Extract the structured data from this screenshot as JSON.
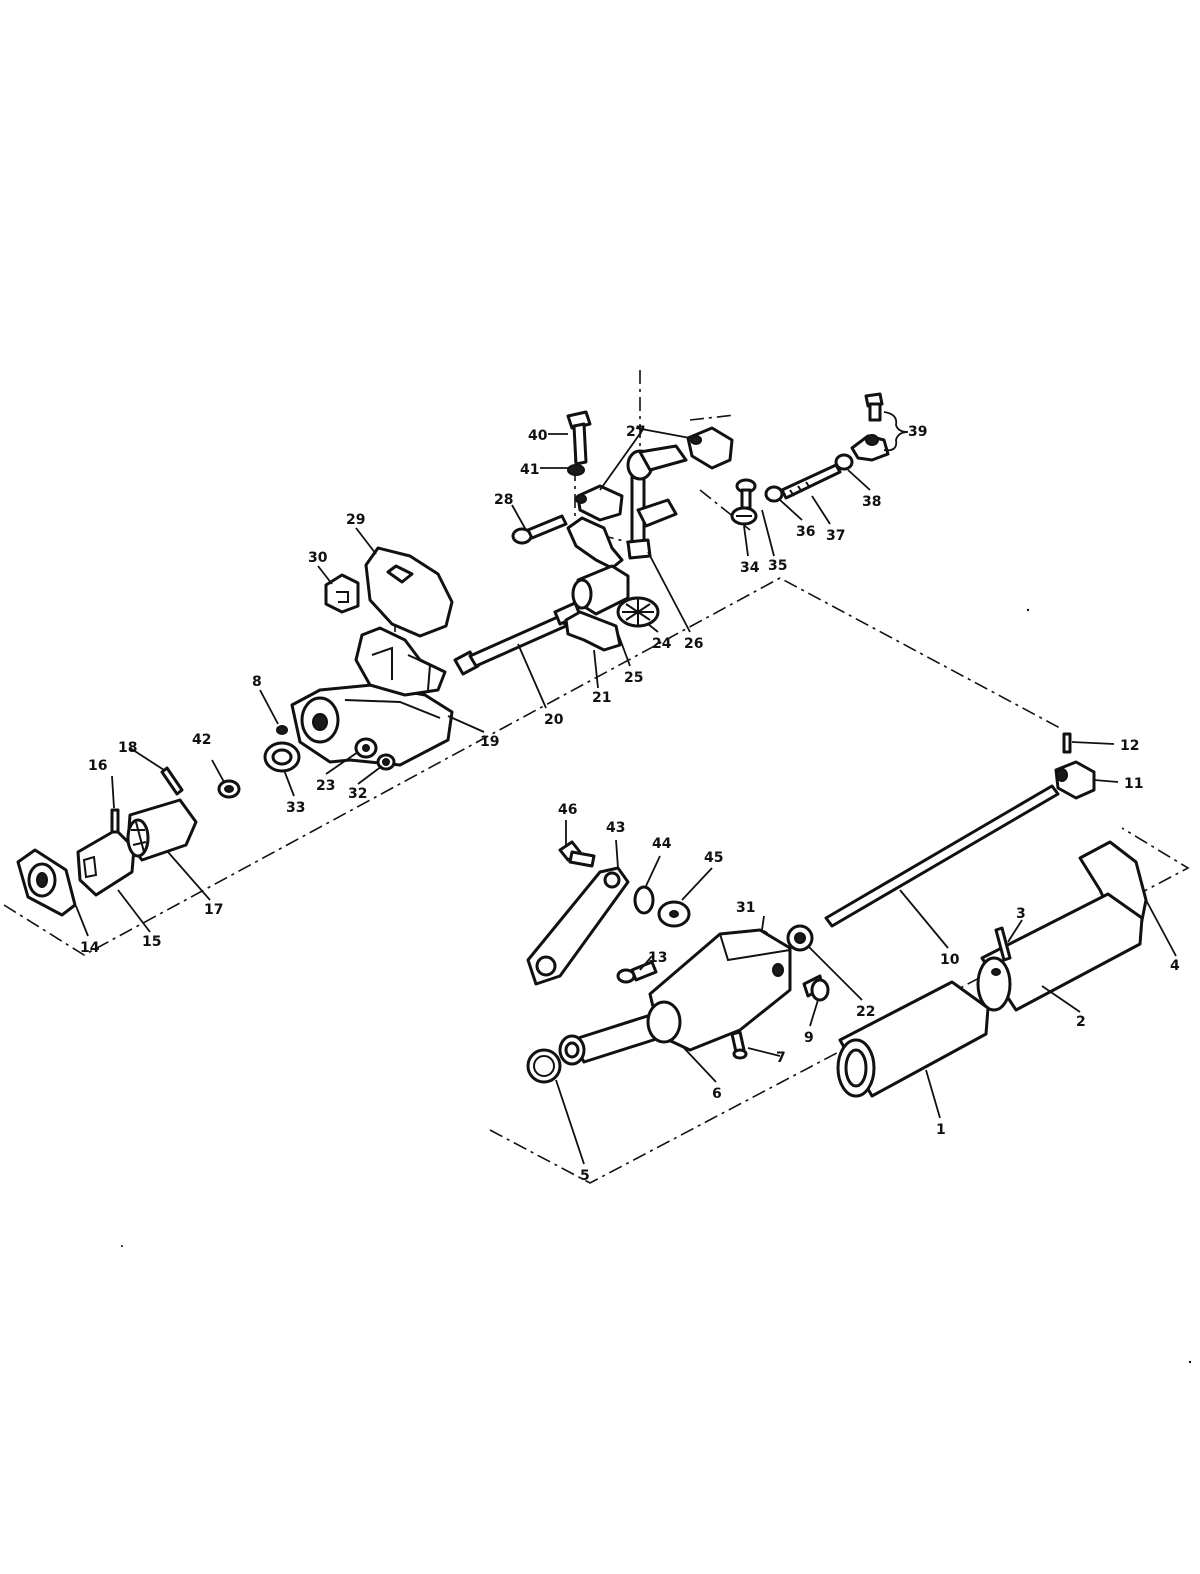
{
  "callouts": [
    {
      "id": "c1",
      "text": "1"
    },
    {
      "id": "c2",
      "text": "2"
    },
    {
      "id": "c3",
      "text": "3"
    },
    {
      "id": "c4",
      "text": "4"
    },
    {
      "id": "c5",
      "text": "5"
    },
    {
      "id": "c6",
      "text": "6"
    },
    {
      "id": "c7",
      "text": "7"
    },
    {
      "id": "c8",
      "text": "8"
    },
    {
      "id": "c9",
      "text": "9"
    },
    {
      "id": "c10",
      "text": "10"
    },
    {
      "id": "c11",
      "text": "11"
    },
    {
      "id": "c12",
      "text": "12"
    },
    {
      "id": "c13",
      "text": "13"
    },
    {
      "id": "c14",
      "text": "14"
    },
    {
      "id": "c15",
      "text": "15"
    },
    {
      "id": "c16",
      "text": "16"
    },
    {
      "id": "c17",
      "text": "17"
    },
    {
      "id": "c18",
      "text": "18"
    },
    {
      "id": "c19",
      "text": "19"
    },
    {
      "id": "c20",
      "text": "20"
    },
    {
      "id": "c21",
      "text": "21"
    },
    {
      "id": "c22",
      "text": "22"
    },
    {
      "id": "c23",
      "text": "23"
    },
    {
      "id": "c24",
      "text": "24"
    },
    {
      "id": "c25",
      "text": "25"
    },
    {
      "id": "c26",
      "text": "26"
    },
    {
      "id": "c27",
      "text": "27"
    },
    {
      "id": "c28",
      "text": "28"
    },
    {
      "id": "c29",
      "text": "29"
    },
    {
      "id": "c30",
      "text": "30"
    },
    {
      "id": "c31",
      "text": "31"
    },
    {
      "id": "c32",
      "text": "32"
    },
    {
      "id": "c33",
      "text": "33"
    },
    {
      "id": "c34",
      "text": "34"
    },
    {
      "id": "c35",
      "text": "35"
    },
    {
      "id": "c36",
      "text": "36"
    },
    {
      "id": "c37",
      "text": "37"
    },
    {
      "id": "c38",
      "text": "38"
    },
    {
      "id": "c39",
      "text": "39"
    },
    {
      "id": "c40",
      "text": "40"
    },
    {
      "id": "c41",
      "text": "41"
    },
    {
      "id": "c42",
      "text": "42"
    },
    {
      "id": "c43",
      "text": "43"
    },
    {
      "id": "c44",
      "text": "44"
    },
    {
      "id": "c45",
      "text": "45"
    },
    {
      "id": "c46",
      "text": "46"
    }
  ],
  "colors": {
    "ink": "#111111",
    "paper": "#ffffff"
  }
}
